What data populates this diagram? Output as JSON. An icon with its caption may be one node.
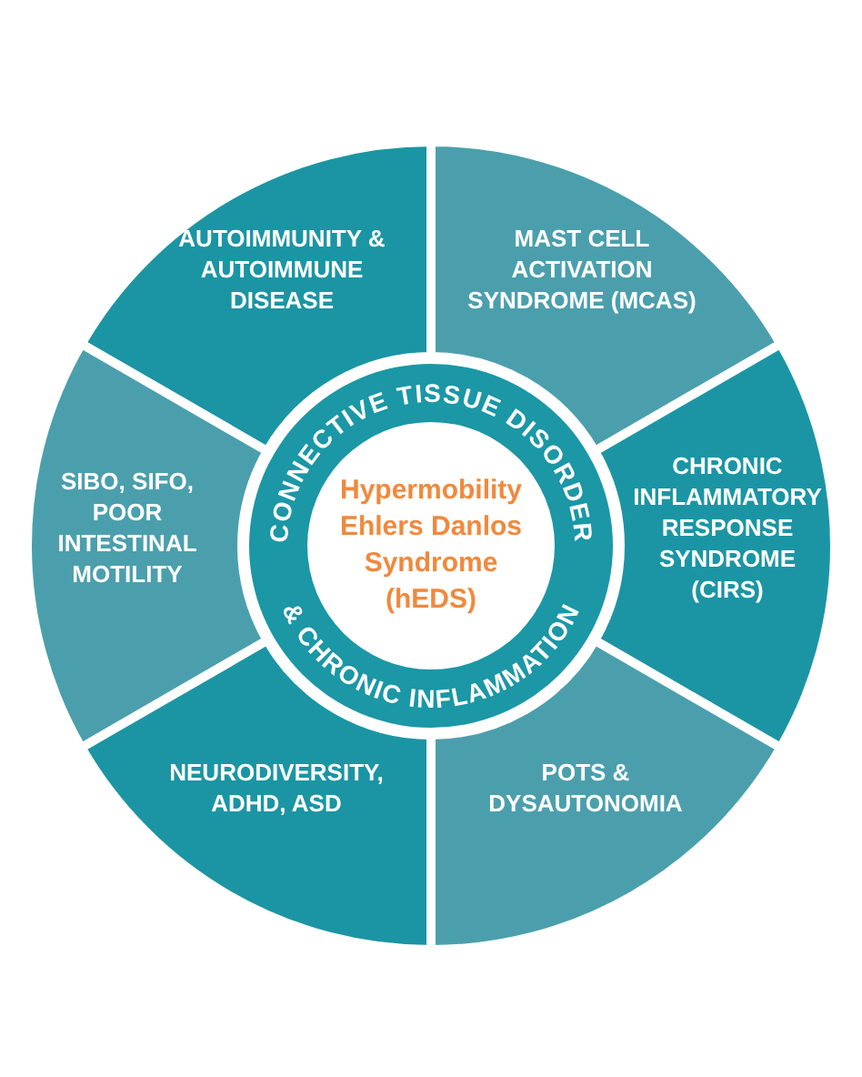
{
  "diagram": {
    "nodes": [
      {
        "text": [
          "AUTOIMMUNITY & AUTOIMMUNE DISEASE"
        ]
      },
      {
        "text": [
          "MAST CELL ACTIVATION SYNDROME (MCAS)"
        ]
      },
      {
        "text": [
          "SIBO, SIFO, POOR INTESTINAL MOTILITY"
        ]
      },
      {
        "text": [
          "CHRONIC INFLAMMATORY RESPONSE SYNDROME (CIRS)"
        ]
      },
      {
        "text": [
          "NEURODIVERSITY, ADHD, ASD"
        ]
      },
      {
        "text": [
          "POTS & DYSAUTONOMIA"
        ]
      },
      {
        "text": [
          "CONNECTIVE TISSUE DISORDER",
          "& CHRONIC INFLAMMATION"
        ]
      },
      {
        "text": [
          "Hypermobility Ehlers Danlos Syndrome (hEDS)"
        ],
        "in": 6
      }
    ]
  }
}
